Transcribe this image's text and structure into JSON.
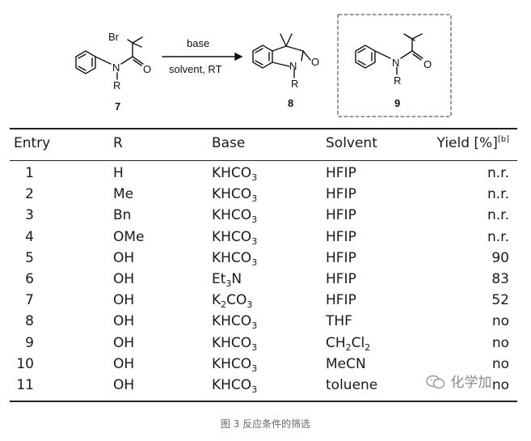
{
  "scheme": {
    "reagent_above": "base",
    "reagent_below": "solvent, RT",
    "compounds": [
      {
        "id": "7",
        "label_br": "Br",
        "label_n": "N",
        "label_o": "O",
        "label_r": "R"
      },
      {
        "id": "8",
        "label_n": "N",
        "label_o": "O",
        "label_r": "R"
      },
      {
        "id": "9",
        "label_n": "N",
        "label_o": "O",
        "label_r": "R"
      }
    ]
  },
  "table": {
    "headers": [
      "Entry",
      "R",
      "Base",
      "Solvent",
      "Yield [%]"
    ],
    "yield_footnote": "[b]",
    "rows": [
      {
        "entry": "1",
        "r": "H",
        "base": "KHCO3",
        "solvent": "HFIP",
        "yield": "n.r."
      },
      {
        "entry": "2",
        "r": "Me",
        "base": "KHCO3",
        "solvent": "HFIP",
        "yield": "n.r."
      },
      {
        "entry": "3",
        "r": "Bn",
        "base": "KHCO3",
        "solvent": "HFIP",
        "yield": "n.r."
      },
      {
        "entry": "4",
        "r": "OMe",
        "base": "KHCO3",
        "solvent": "HFIP",
        "yield": "n.r."
      },
      {
        "entry": "5",
        "r": "OH",
        "base": "KHCO3",
        "solvent": "HFIP",
        "yield": "90"
      },
      {
        "entry": "6",
        "r": "OH",
        "base": "Et3N",
        "solvent": "HFIP",
        "yield": "83"
      },
      {
        "entry": "7",
        "r": "OH",
        "base": "K2CO3",
        "solvent": "HFIP",
        "yield": "52"
      },
      {
        "entry": "8",
        "r": "OH",
        "base": "KHCO3",
        "solvent": "THF",
        "yield": "no"
      },
      {
        "entry": "9",
        "r": "OH",
        "base": "KHCO3",
        "solvent": "CH2Cl2",
        "yield": "no"
      },
      {
        "entry": "10",
        "r": "OH",
        "base": "KHCO3",
        "solvent": "MeCN",
        "yield": "no"
      },
      {
        "entry": "11",
        "r": "OH",
        "base": "KHCO3",
        "solvent": "toluene",
        "yield": "no"
      }
    ]
  },
  "caption": "图 3 反应条件的筛选",
  "watermark": {
    "text": "化学加",
    "icon": "wechat-icon"
  }
}
